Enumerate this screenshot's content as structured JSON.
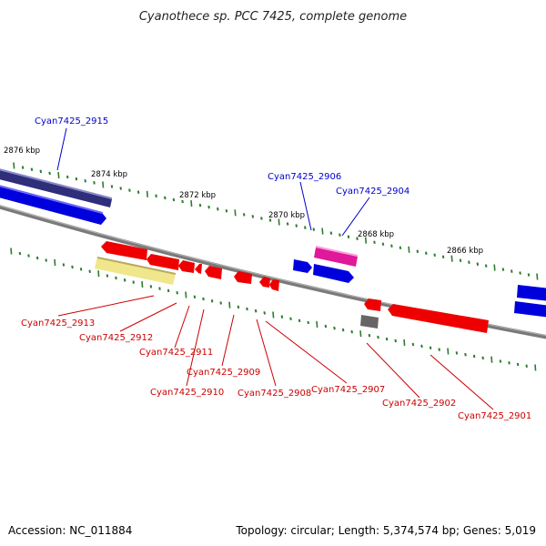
{
  "title": "Cyanothece sp. PCC 7425, complete genome",
  "footer": {
    "accession": "Accession: NC_011884",
    "topology": "Topology: circular; Length: 5,374,574 bp; Genes: 5,019"
  },
  "colors": {
    "forward_label": "#0000cc",
    "reverse_label": "#cc0000",
    "backbone": "#7a7a7a",
    "tick": "#2e7d2e"
  },
  "scale_labels": [
    "2876 kbp",
    "2874 kbp",
    "2872 kbp",
    "2870 kbp",
    "2868 kbp",
    "2866 kbp"
  ],
  "genes": [
    {
      "label": "Cyan7425_2915",
      "color": "#0000cc"
    },
    {
      "label": "Cyan7425_2906",
      "color": "#0000cc"
    },
    {
      "label": "Cyan7425_2904",
      "color": "#0000cc"
    },
    {
      "label": "Cyan7425_2913",
      "color": "#cc0000"
    },
    {
      "label": "Cyan7425_2912",
      "color": "#cc0000"
    },
    {
      "label": "Cyan7425_2911",
      "color": "#cc0000"
    },
    {
      "label": "Cyan7425_2909",
      "color": "#cc0000"
    },
    {
      "label": "Cyan7425_2910",
      "color": "#cc0000"
    },
    {
      "label": "Cyan7425_2908",
      "color": "#cc0000"
    },
    {
      "label": "Cyan7425_2907",
      "color": "#cc0000"
    },
    {
      "label": "Cyan7425_2902",
      "color": "#cc0000"
    },
    {
      "label": "Cyan7425_2901",
      "color": "#cc0000"
    }
  ]
}
